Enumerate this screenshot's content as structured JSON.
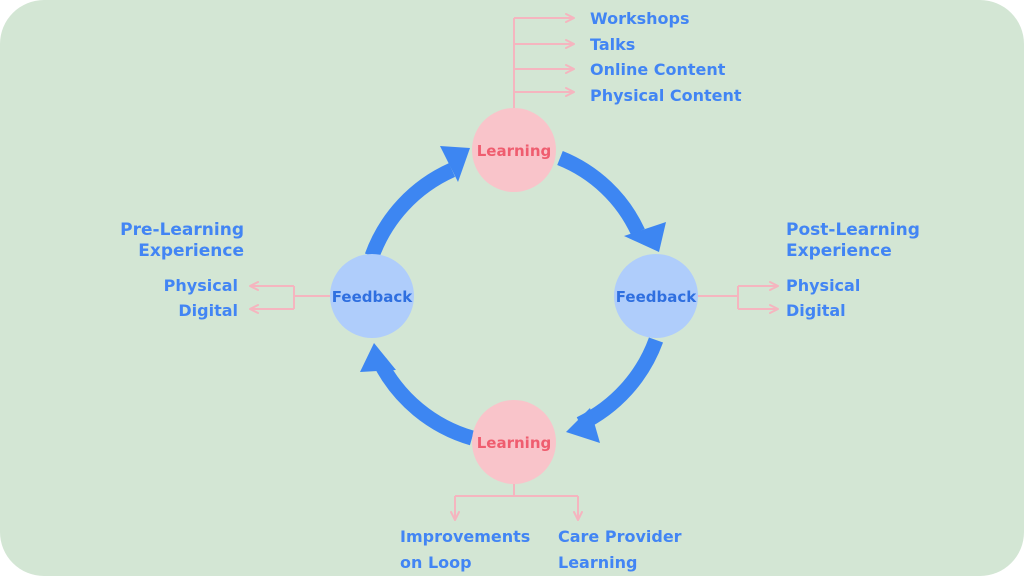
{
  "colors": {
    "background": "#d3e6d4",
    "learning_node": "#f9c4ca",
    "feedback_node": "#afcdfb",
    "cycle_arrow": "#3d86f2",
    "connector": "#f5b5bf",
    "text_blue": "#4285f4",
    "text_learning": "#ef5d6f"
  },
  "nodes": {
    "learning_top": {
      "label": "Learning"
    },
    "feedback_right": {
      "label": "Feedback"
    },
    "learning_bottom": {
      "label": "Learning"
    },
    "feedback_left": {
      "label": "Feedback"
    }
  },
  "top_outputs": [
    "Workshops",
    "Talks",
    "Online Content",
    "Physical Content"
  ],
  "pre_learning": {
    "title_line1": "Pre-Learning",
    "title_line2": "Experience",
    "items": [
      "Physical",
      "Digital"
    ]
  },
  "post_learning": {
    "title_line1": "Post-Learning",
    "title_line2": "Experience",
    "items": [
      "Physical",
      "Digital"
    ]
  },
  "bottom_outputs": {
    "left": {
      "line1": "Improvements",
      "line2": "on Loop"
    },
    "right": {
      "line1": "Care Provider",
      "line2": "Learning"
    }
  }
}
